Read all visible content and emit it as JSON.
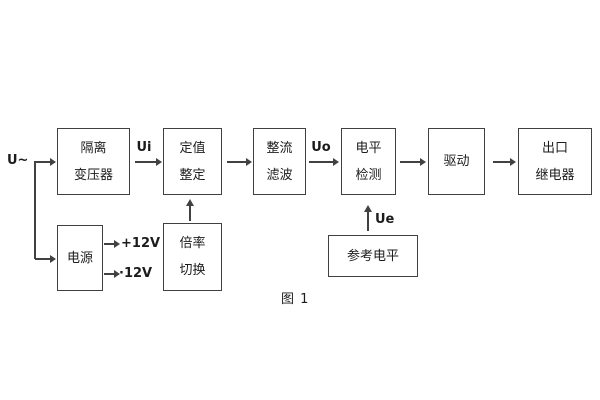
{
  "diagram": {
    "caption": "图 1",
    "blocks": {
      "iso_transformer": {
        "line1": "隔离",
        "line2": "变压器"
      },
      "setting": {
        "line1": "定值",
        "line2": "整定"
      },
      "rectifier_filter": {
        "line1": "整流",
        "line2": "滤波"
      },
      "level_detect": {
        "line1": "电平",
        "line2": "检测"
      },
      "drive": {
        "line1": "驱动"
      },
      "output_relay": {
        "line1": "出口",
        "line2": "继电器"
      },
      "power": {
        "line1": "电源"
      },
      "ratio_switch": {
        "line1": "倍率",
        "line2": "切换"
      },
      "ref_level": {
        "line1": "参考电平"
      }
    },
    "labels": {
      "input": "U~",
      "ui": "Ui",
      "uo": "Uo",
      "ue": "Ue",
      "plus12v": "+12V",
      "minus12v": "·12V"
    },
    "colors": {
      "line": "#414141",
      "text": "#1c1c1c",
      "background": "#ffffff"
    }
  }
}
